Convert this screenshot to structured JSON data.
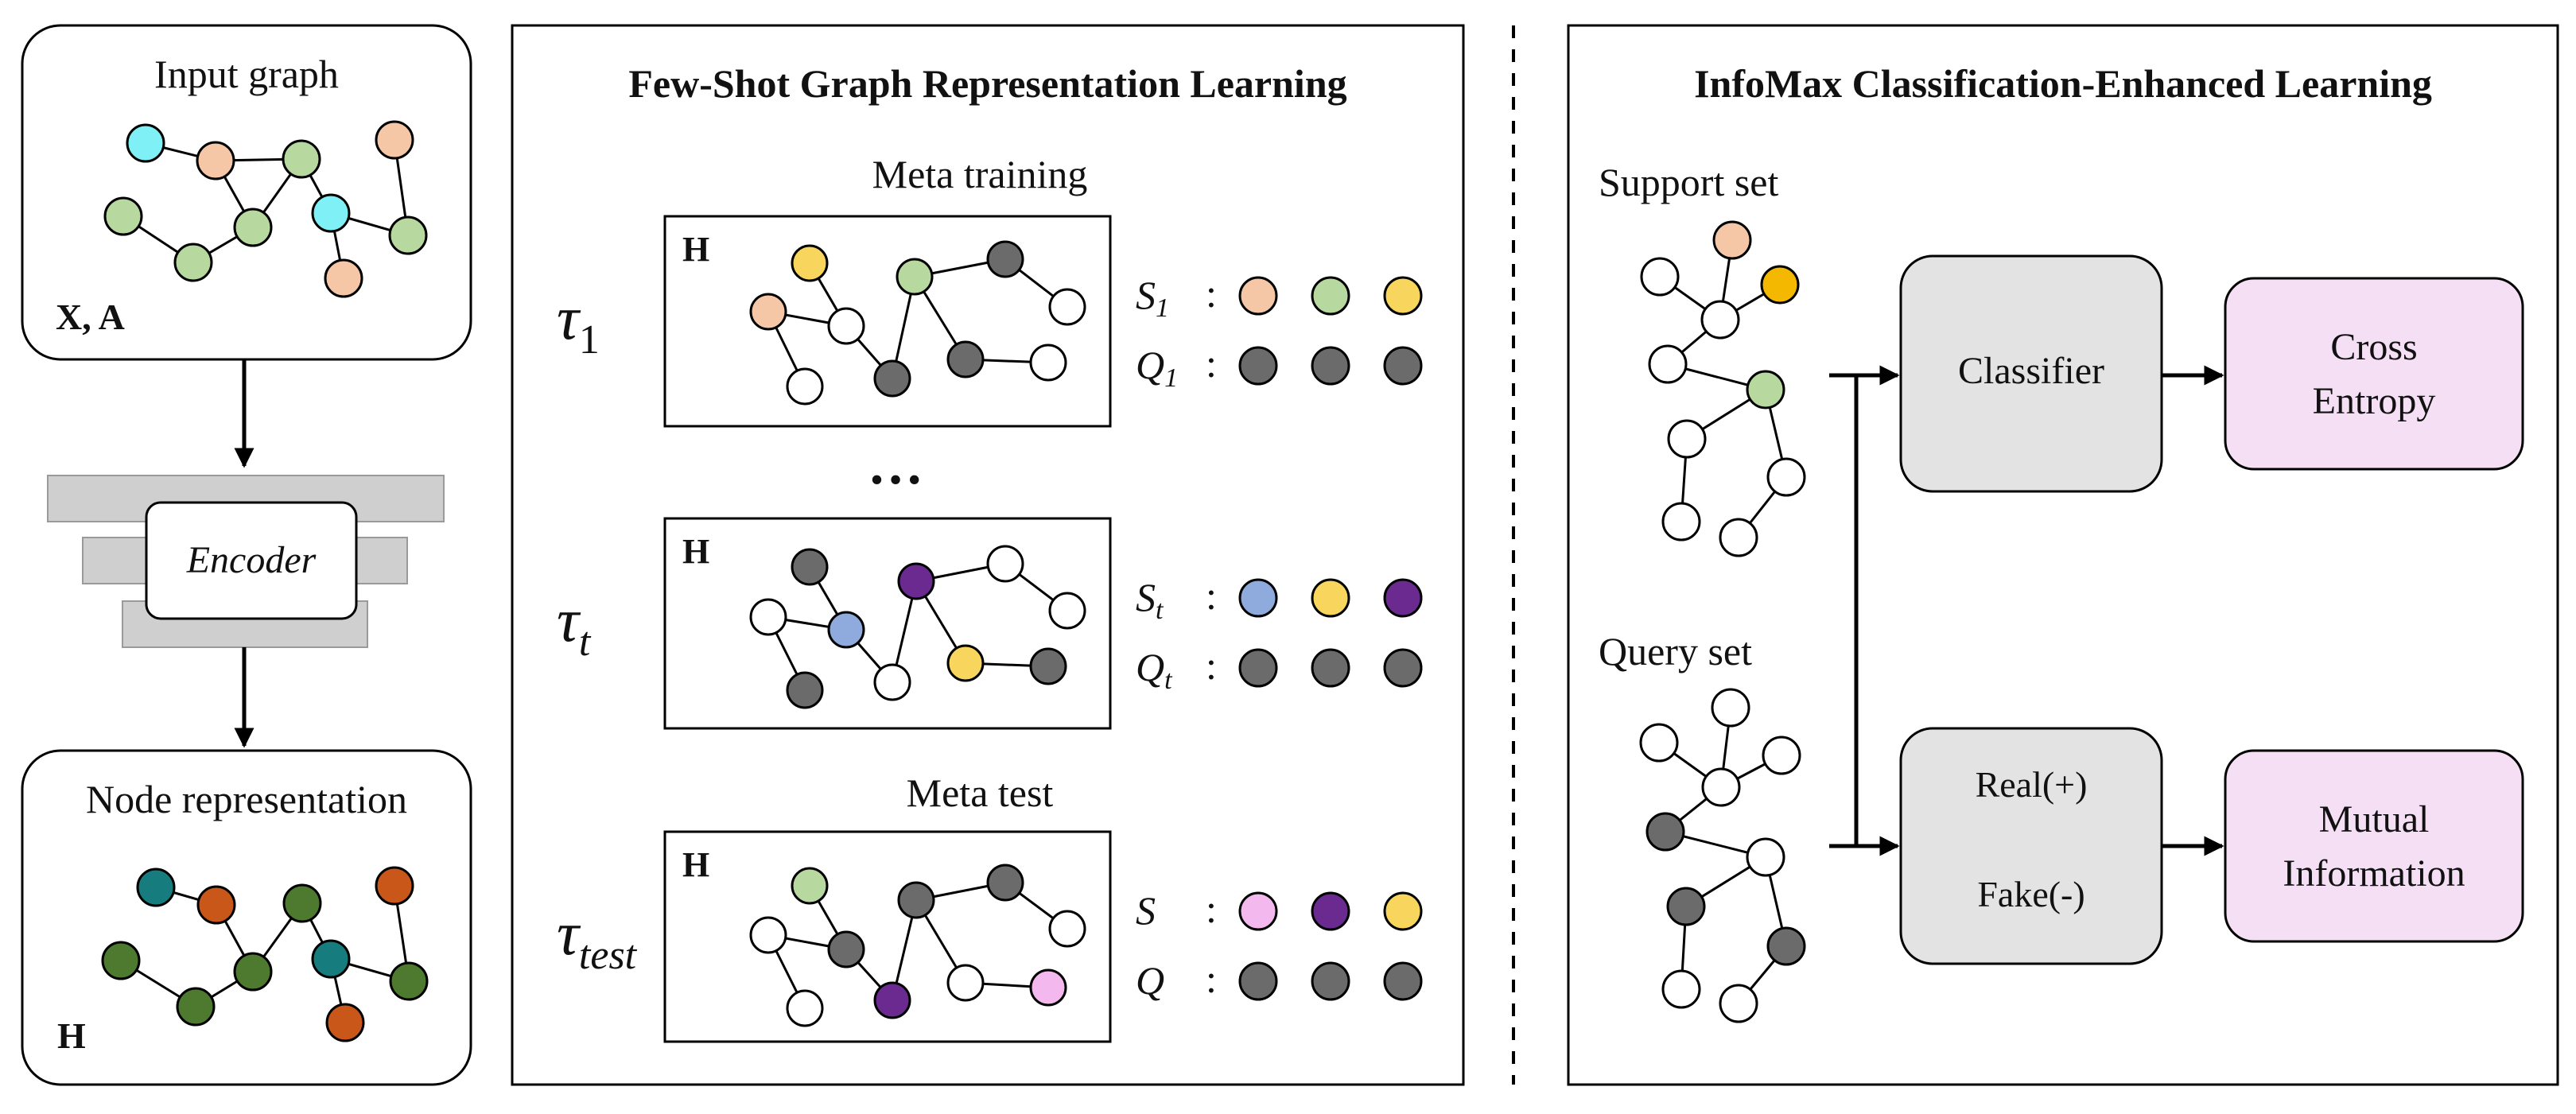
{
  "left": {
    "input_box": {
      "title": "Input graph",
      "corner_label": "X, A"
    },
    "encoder": {
      "label": "Encoder"
    },
    "output_box": {
      "title": "Node representation",
      "corner_label": "H"
    }
  },
  "middle": {
    "title": "Few-Shot Graph Representation Learning",
    "meta_training_label": "Meta training",
    "ellipsis": "…",
    "meta_test_label": "Meta test",
    "tasks": [
      {
        "id": "task-1",
        "tau_sub": "1",
        "h_label": "H",
        "support_label": "S",
        "support_sub": "1",
        "query_label": "Q",
        "query_sub": "1",
        "colon": ":",
        "support_colors": [
          "#f6c7a6",
          "#b7d9a0",
          "#f8d55c"
        ],
        "query_colors": [
          "#6b6b6b",
          "#6b6b6b",
          "#6b6b6b"
        ]
      },
      {
        "id": "task-t",
        "tau_sub": "t",
        "h_label": "H",
        "support_label": "S",
        "support_sub": "t",
        "query_label": "Q",
        "query_sub": "t",
        "colon": ":",
        "support_colors": [
          "#8faadc",
          "#f8d55c",
          "#6a2a8f"
        ],
        "query_colors": [
          "#6b6b6b",
          "#6b6b6b",
          "#6b6b6b"
        ]
      },
      {
        "id": "task-test",
        "tau_sub": "test",
        "h_label": "H",
        "support_label": "S",
        "support_sub": "",
        "query_label": "Q",
        "query_sub": "",
        "colon": ":",
        "support_colors": [
          "#f3b8ee",
          "#6a2a8f",
          "#f8d55c"
        ],
        "query_colors": [
          "#6b6b6b",
          "#6b6b6b",
          "#6b6b6b"
        ]
      }
    ]
  },
  "right": {
    "title": "InfoMax Classification-Enhanced Learning",
    "support_set_label": "Support set",
    "query_set_label": "Query set",
    "classifier_label": "Classifier",
    "cross_entropy_line1": "Cross",
    "cross_entropy_line2": "Entropy",
    "real_label": "Real(+)",
    "fake_label": "Fake(-)",
    "mutual_line1": "Mutual",
    "mutual_line2": "Information"
  },
  "colors": {
    "cyan": "#7ff0f5",
    "peach": "#f6c7a6",
    "light_green": "#b7d9a0",
    "yellow": "#f8d55c",
    "orange": "#f5b800",
    "gray_node": "#6b6b6b",
    "blue": "#8faadc",
    "purple": "#6a2a8f",
    "pink": "#f3b8ee",
    "teal": "#177c7e",
    "dark_orange": "#c9571a",
    "dark_green": "#4d7a2e",
    "gray_box": "#e3e3e3",
    "pink_box": "#f4dff4",
    "encoder_gray": "#cfcfcf"
  }
}
